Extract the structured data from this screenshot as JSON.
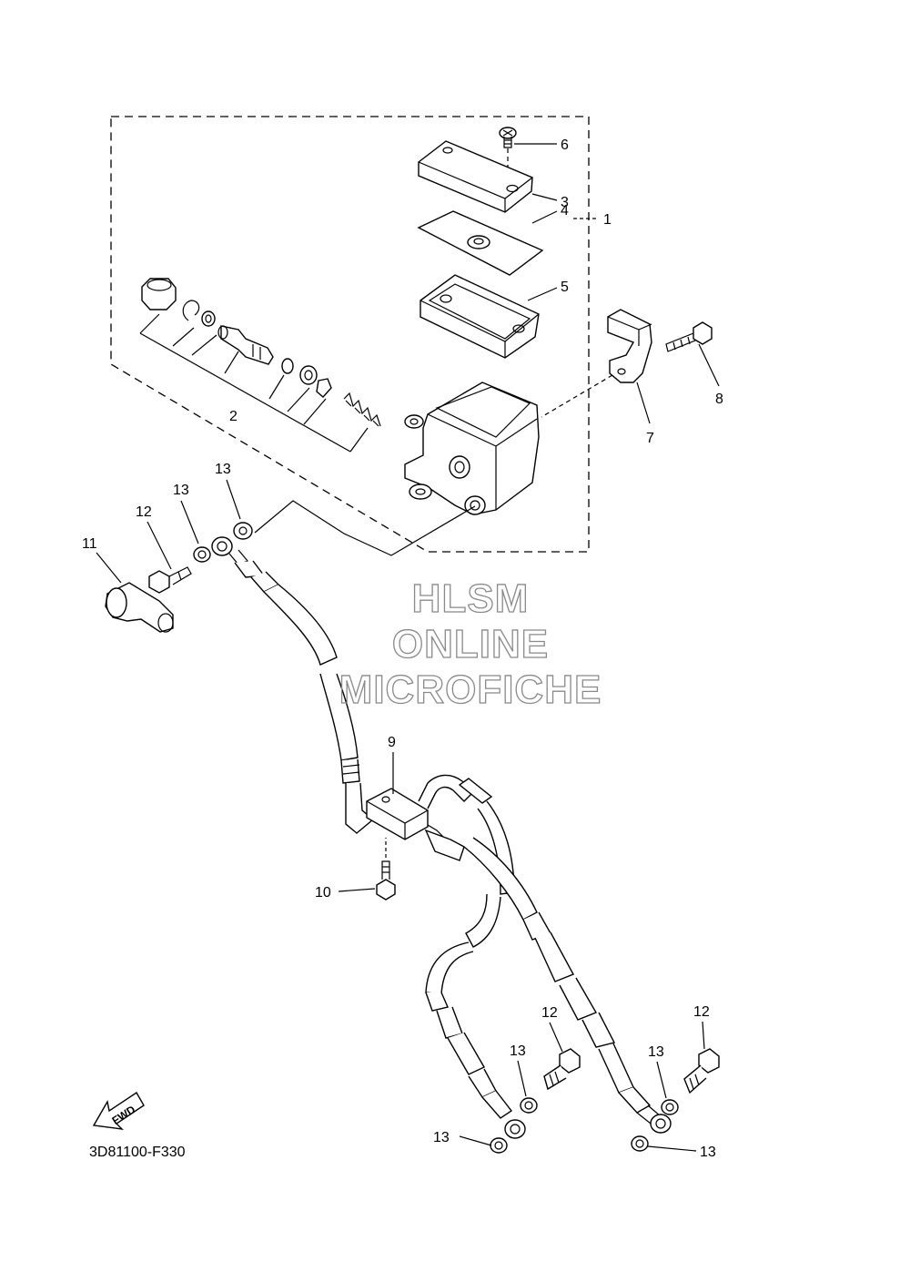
{
  "diagram": {
    "code": "3D81100-F330",
    "fwd_label": "FWD",
    "watermark": [
      "HLSM",
      "ONLINE",
      "MICROFICHE"
    ],
    "callouts": {
      "c1": "1",
      "c2": "2",
      "c3": "3",
      "c4": "4",
      "c5": "5",
      "c6": "6",
      "c7": "7",
      "c8": "8",
      "c9": "9",
      "c10": "10",
      "c11": "11",
      "c12a": "12",
      "c12b": "12",
      "c12c": "12",
      "c13a": "13",
      "c13b": "13",
      "c13c": "13",
      "c13d": "13",
      "c13e": "13",
      "c13f": "13"
    }
  }
}
